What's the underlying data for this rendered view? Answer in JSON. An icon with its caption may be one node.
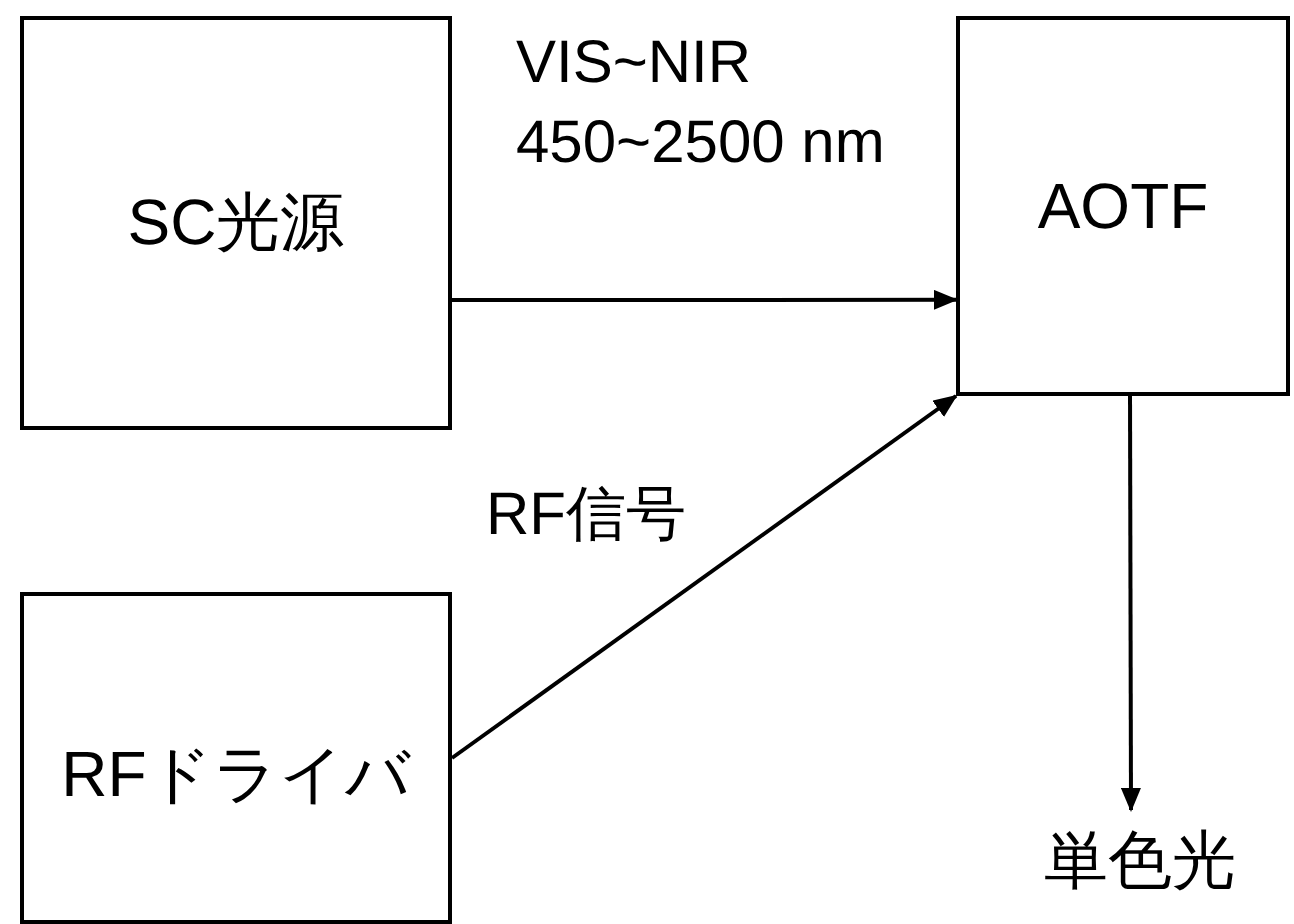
{
  "diagram": {
    "nodes": [
      {
        "text": [
          "SC光源"
        ]
      },
      {
        "text": [
          "AOTF"
        ]
      },
      {
        "text": [
          "RFドライバ"
        ]
      },
      {
        "text": [
          "単色光"
        ]
      }
    ],
    "edges": [
      {
        "from": 0,
        "to": 1,
        "arrow": "to",
        "label": "VIS~NIR 450~2500 nm"
      },
      {
        "from": 2,
        "to": 1,
        "arrow": "to",
        "label": "RF信号"
      },
      {
        "from": 1,
        "to": 3,
        "arrow": "to"
      }
    ]
  }
}
